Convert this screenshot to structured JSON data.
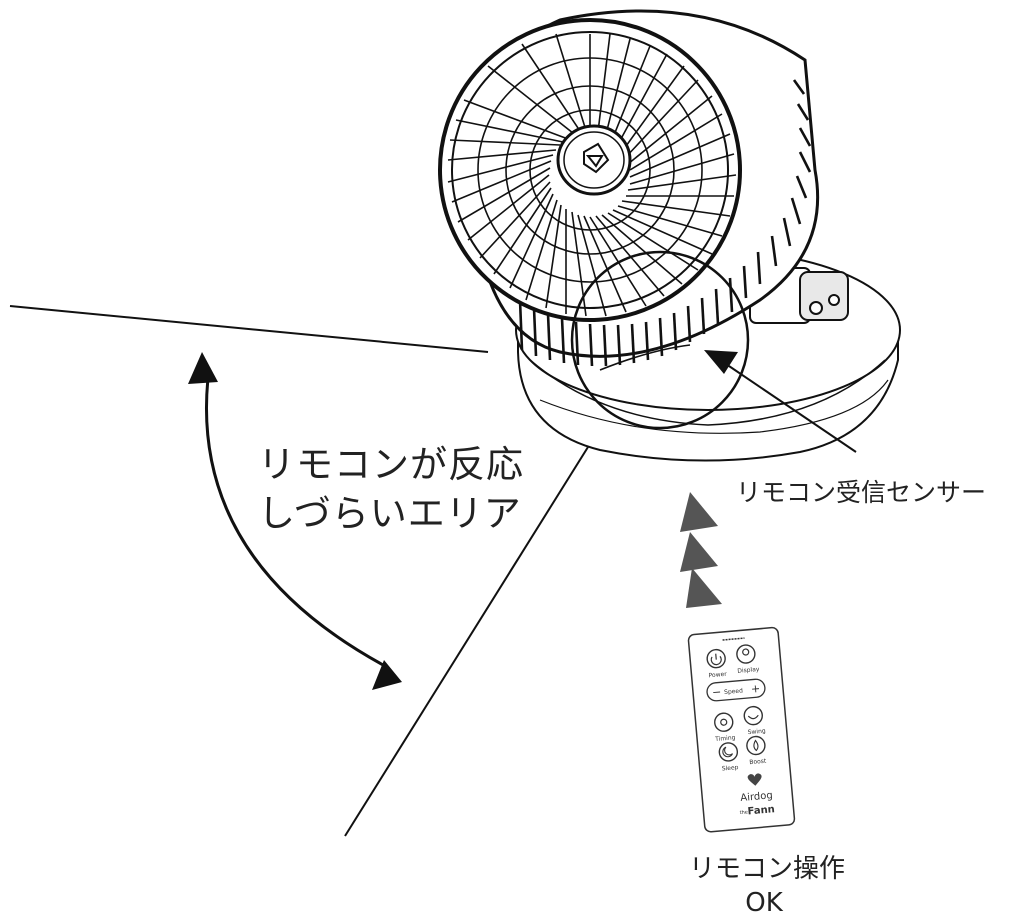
{
  "labels": {
    "area_line1": "リモコンが反応",
    "area_line2": "しづらいエリア",
    "sensor": "リモコン受信センサー",
    "operation_line1": "リモコン操作",
    "operation_line2": "OK"
  },
  "remote": {
    "power": "Power",
    "display": "Display",
    "speed": "Speed",
    "timing": "Timing",
    "swing": "Swing",
    "sleep": "Sleep",
    "boost": "Boost",
    "brand": "Airdog",
    "model": "Fann",
    "model_prefix": "the"
  },
  "colors": {
    "line": "#111111",
    "arrow_gray": "#555555",
    "text": "#222222"
  }
}
